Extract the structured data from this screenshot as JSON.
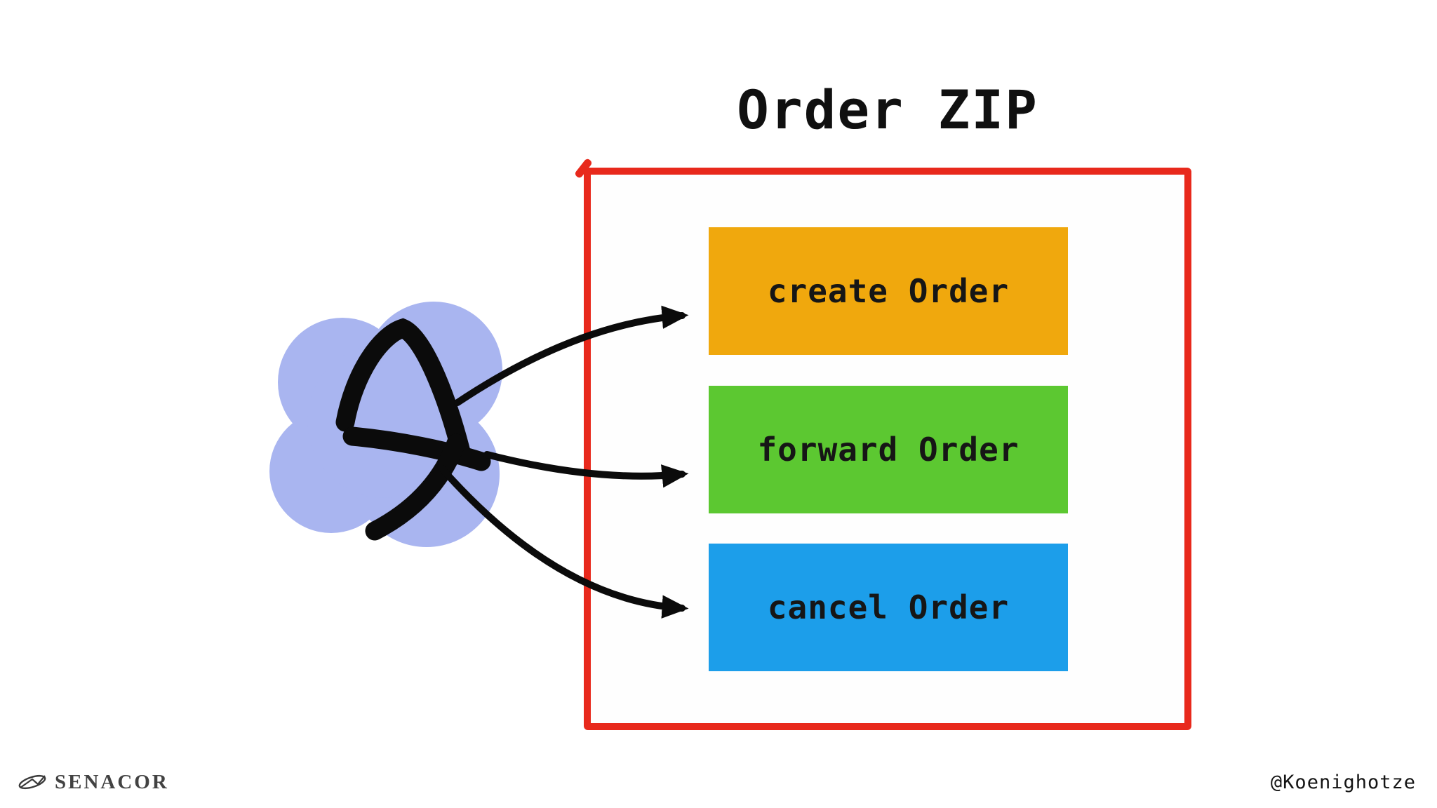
{
  "title": "Order ZIP",
  "colors": {
    "container_border": "#E8291C",
    "cloud": "#A9B5F0",
    "ink": "#0B0B0B",
    "background": "#FFFFFF"
  },
  "source": {
    "cloud_icon": "cloud-blob-icon",
    "scribble_icon": "lambda-scribble-icon"
  },
  "boxes": [
    {
      "label": "create Order",
      "color": "#F0A80D"
    },
    {
      "label": "forward Order",
      "color": "#5CC831"
    },
    {
      "label": "cancel Order",
      "color": "#1C9EEA"
    }
  ],
  "footer": {
    "brand": "SENACOR",
    "handle": "@Koenighotze",
    "brand_icon": "senacor-swoosh-icon"
  }
}
